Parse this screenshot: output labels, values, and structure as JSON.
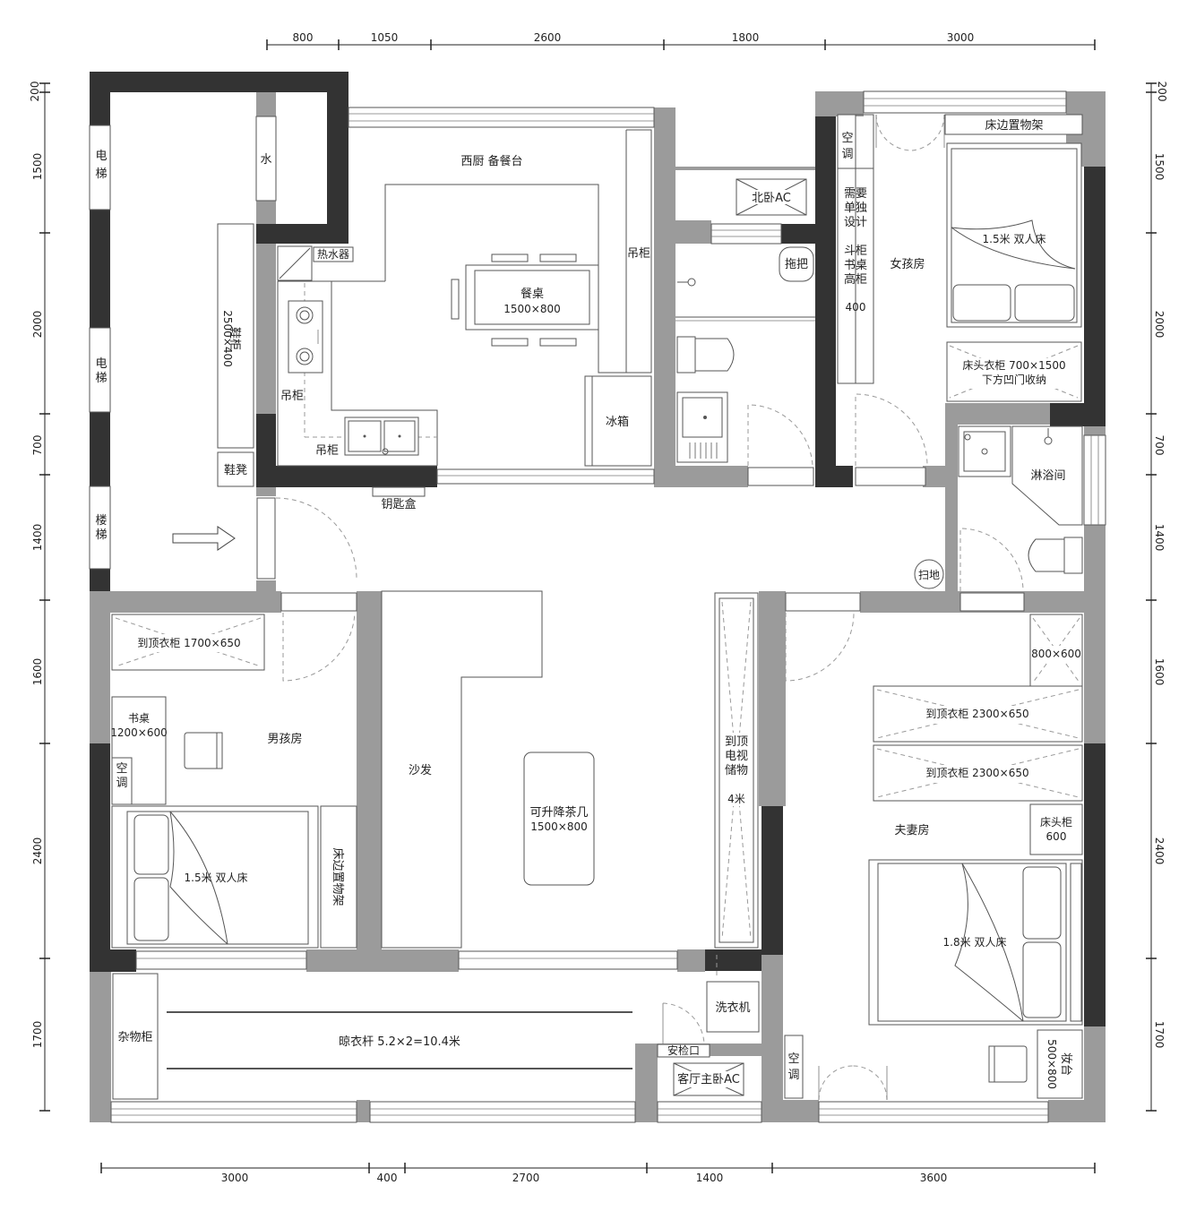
{
  "dimensions": {
    "top": [
      "800",
      "1050",
      "2600",
      "1800",
      "3000"
    ],
    "bottom": [
      "3000",
      "400",
      "2700",
      "1400",
      "3600"
    ],
    "left": [
      "200",
      "1500",
      "2000",
      "700",
      "1400",
      "1600",
      "2400",
      "1700"
    ],
    "right": [
      "200",
      "1500",
      "2000",
      "700",
      "1400",
      "1600",
      "2400",
      "1700"
    ]
  },
  "rooms": {
    "kitchen": "西厨 备餐台",
    "girl_room": "女孩房",
    "boy_room": "男孩房",
    "master_room": "夫妻房",
    "shower": "淋浴间"
  },
  "labels": {
    "elevator": "电梯",
    "stairs": "楼梯",
    "water": "水",
    "shoe_cabinet": "鞋柜",
    "shoe_cabinet_size": "2500×400",
    "shoe_bench": "鞋凳",
    "water_heater": "热水器",
    "wall_cabinet": "吊柜",
    "key_box": "钥匙盒",
    "dining_table": "餐桌",
    "dining_table_size": "1500×800",
    "fridge": "冰箱",
    "north_ac": "北卧AC",
    "mop": "拖把",
    "sweeper": "扫地",
    "ac": "空调",
    "custom_design": "需要单独设计",
    "cabinet_desk": "斗柜书桌高柜",
    "cabinet_desk_size": "400",
    "bedside_shelf": "床边置物架",
    "bed_15": "1.5米 双人床",
    "bed_18": "1.8米 双人床",
    "headboard_wardrobe": "床头衣柜 700×1500",
    "headboard_wardrobe_note": "下方凹门收纳",
    "full_wardrobe_1700": "到顶衣柜 1700×650",
    "desk": "书桌",
    "desk_size": "1200×600",
    "sofa": "沙发",
    "coffee_table": "可升降茶几",
    "coffee_table_size": "1500×800",
    "tv_storage": "到顶电视储物",
    "tv_storage_size": "4米",
    "size_800_600": "800×600",
    "full_wardrobe_2300": "到顶衣柜 2300×650",
    "nightstand": "床头柜",
    "nightstand_size": "600",
    "dresser": "妆台",
    "dresser_size": "500×800",
    "washing_machine": "洗衣机",
    "access_hatch": "安检口",
    "living_master_ac": "客厅主卧AC",
    "sundry_cabinet": "杂物柜",
    "drying_rack": "晾衣杆 5.2×2=10.4米"
  }
}
